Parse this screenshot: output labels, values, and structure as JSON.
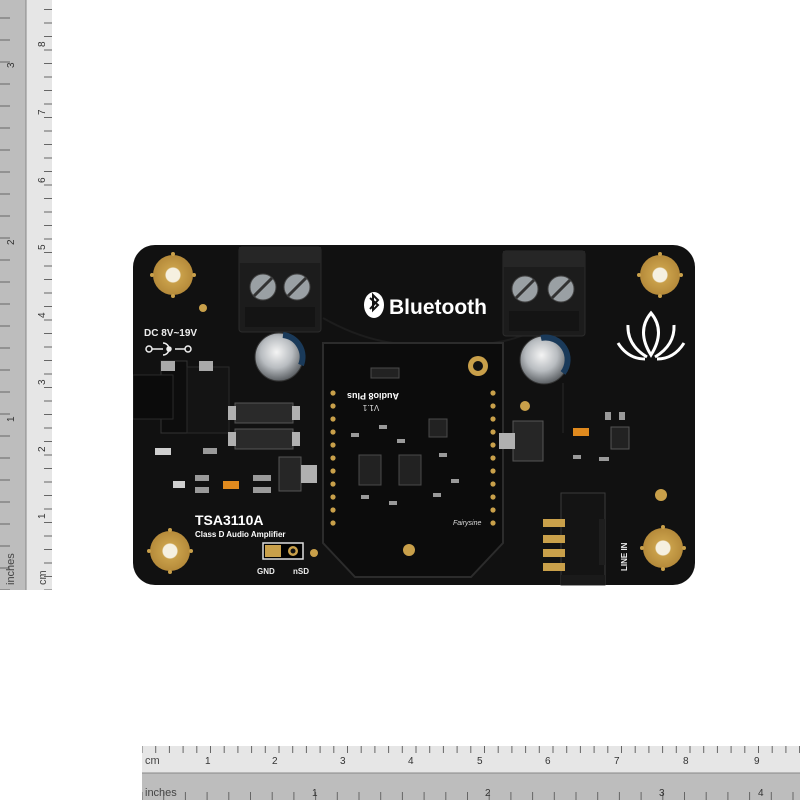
{
  "rulers": {
    "vertical": {
      "inches_label": "inches",
      "cm_label": "cm",
      "inch_ticks": [
        "1",
        "2",
        "3"
      ],
      "cm_ticks": [
        "1",
        "2",
        "3",
        "4",
        "5",
        "6",
        "7",
        "8"
      ]
    },
    "horizontal": {
      "cm_label": "cm",
      "inches_label": "inches",
      "cm_ticks": [
        "1",
        "2",
        "3",
        "4",
        "5",
        "6",
        "7",
        "8",
        "9"
      ],
      "inch_ticks": [
        "1",
        "2",
        "3",
        "4"
      ]
    }
  },
  "board": {
    "bluetooth_logo": "Bluetooth",
    "power_label": "DC 8V~19V",
    "title": "TSA3110A",
    "subtitle": "Class D Audio Amplifier",
    "jumper_gnd": "GND",
    "jumper_nsd": "nSD",
    "line_in": "LINE IN",
    "module_brand": "Audio8 Plus",
    "module_sub": "V1.1",
    "module_maker": "Fairysine"
  },
  "colors": {
    "pcb": "#111111",
    "gold": "#c9a04a",
    "terminal": "#1c1c1c",
    "ruler_light": "#e6e6e6",
    "ruler_dark": "#bdbdbd"
  }
}
